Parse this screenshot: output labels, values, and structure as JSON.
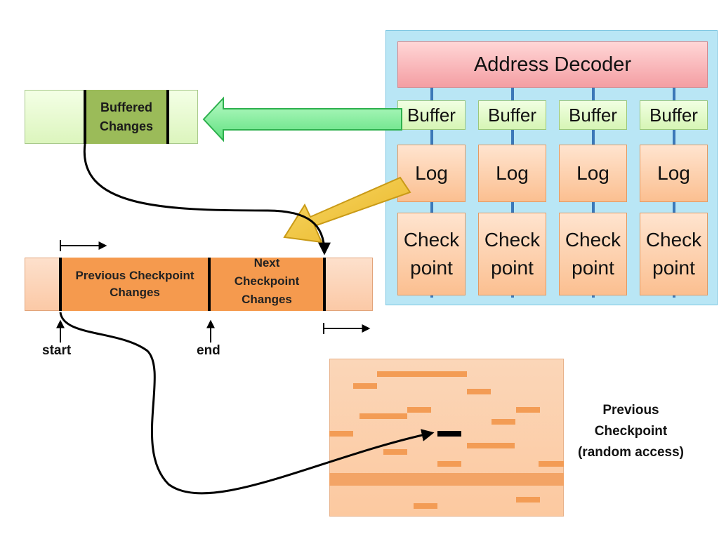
{
  "decoder_label": "Address Decoder",
  "columns": [
    {
      "buffer": "Buffer",
      "log": "Log",
      "checkpoint_line1": "Check",
      "checkpoint_line2": "point"
    },
    {
      "buffer": "Buffer",
      "log": "Log",
      "checkpoint_line1": "Check",
      "checkpoint_line2": "point"
    },
    {
      "buffer": "Buffer",
      "log": "Log",
      "checkpoint_line1": "Check",
      "checkpoint_line2": "point"
    },
    {
      "buffer": "Buffer",
      "log": "Log",
      "checkpoint_line1": "Check",
      "checkpoint_line2": "point"
    }
  ],
  "buffered": {
    "line1": "Buffered",
    "line2": "Changes"
  },
  "log_strip": {
    "previous_line1": "Previous Checkpoint",
    "previous_line2": "Changes",
    "next_line1": "Next",
    "next_line2": "Checkpoint",
    "next_line3": "Changes"
  },
  "pointers": {
    "start": "start",
    "end": "end"
  },
  "checkpoint_note": {
    "line1": "Previous",
    "line2": "Checkpoint",
    "line3": "(random access)"
  },
  "colors": {
    "panel": "#b9e6f5",
    "decoder": "#f49ea3",
    "buffer": "#d6f5b5",
    "log": "#fbbf90",
    "buffered_changes": "#9bbb59",
    "log_changes": "#f59a4e",
    "arrow_green": "#7cf29a",
    "arrow_yellow": "#f2c233"
  }
}
